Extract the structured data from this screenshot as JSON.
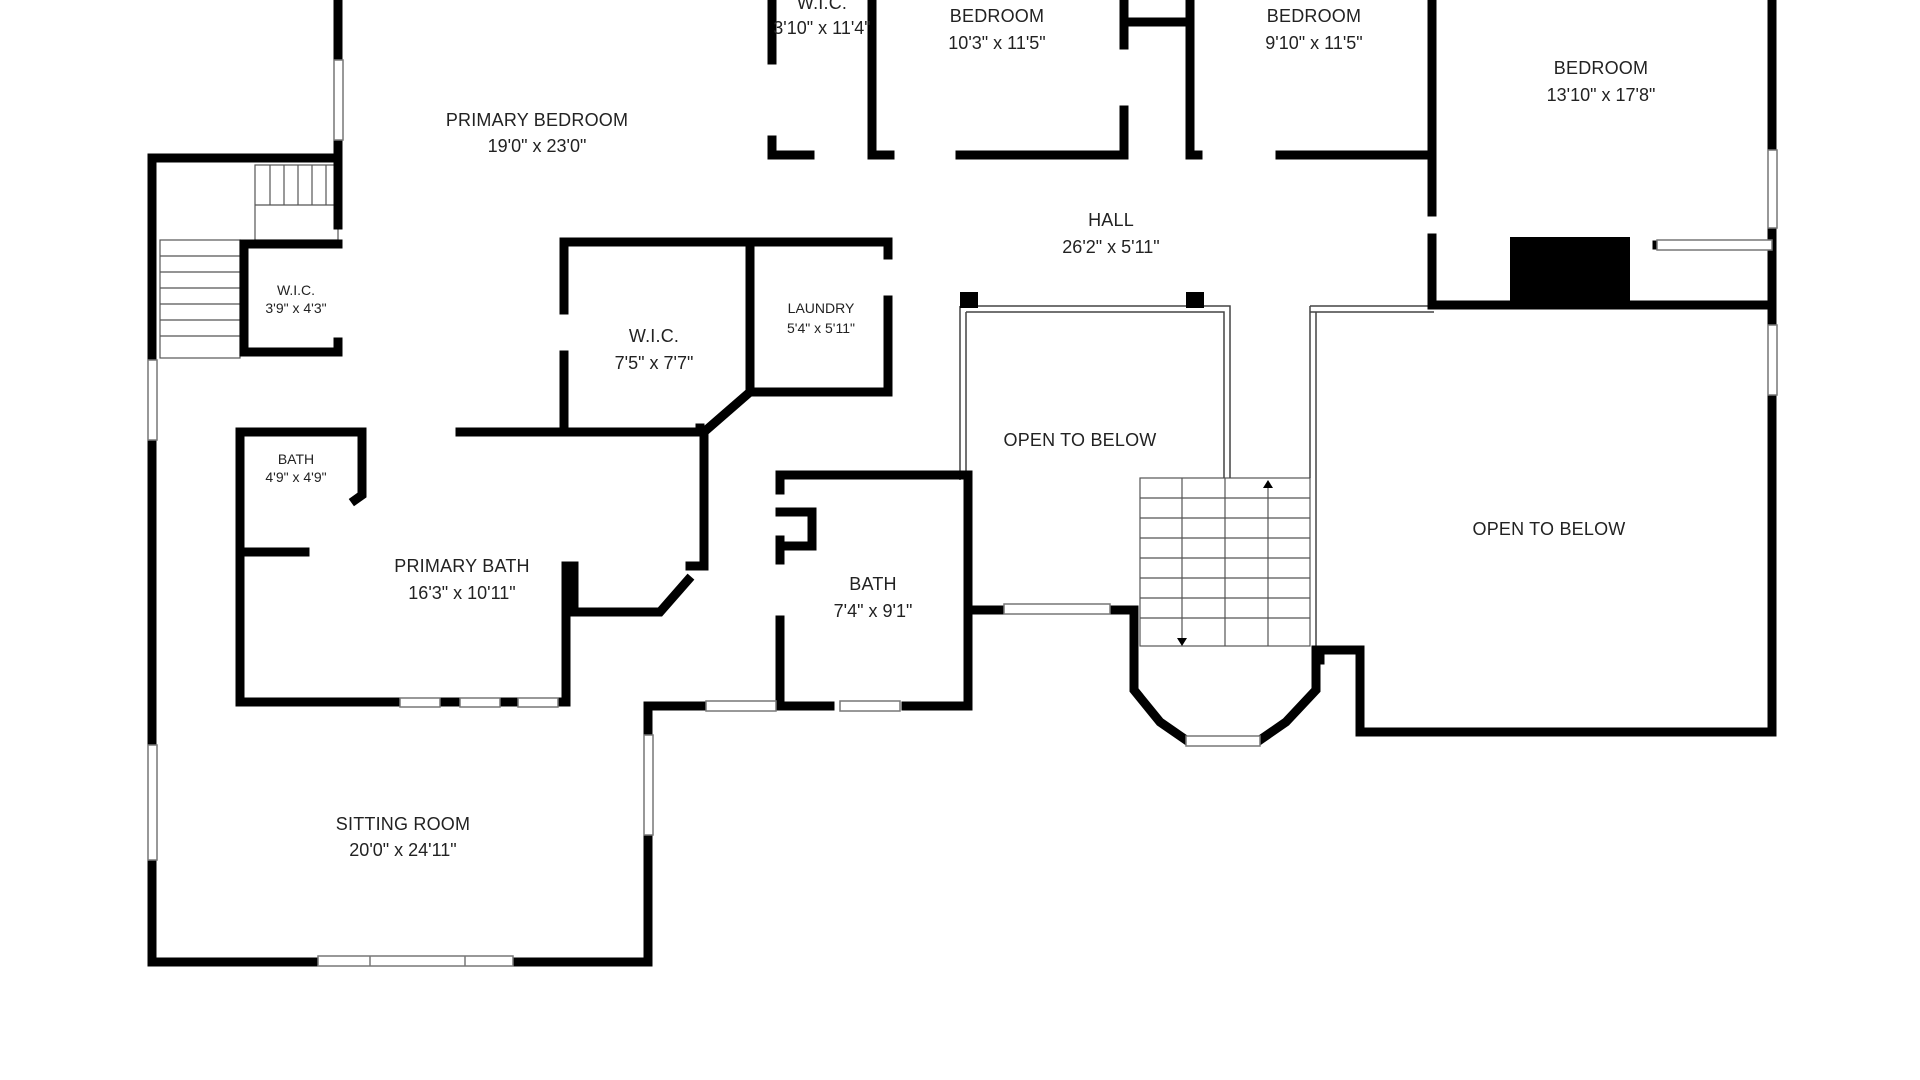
{
  "rooms": {
    "wic_top": {
      "name": "W.I.C.",
      "dims": "3'10\" x 11'4\""
    },
    "bedroom_1": {
      "name": "BEDROOM",
      "dims": "10'3\" x 11'5\""
    },
    "bedroom_2": {
      "name": "BEDROOM",
      "dims": "9'10\" x 11'5\""
    },
    "bedroom_3": {
      "name": "BEDROOM",
      "dims": "13'10\" x 17'8\""
    },
    "primary_bedroom": {
      "name": "PRIMARY BEDROOM",
      "dims": "19'0\" x 23'0\""
    },
    "hall": {
      "name": "HALL",
      "dims": "26'2\" x 5'11\""
    },
    "wic_small": {
      "name": "W.I.C.",
      "dims": "3'9\" x 4'3\""
    },
    "wic_mid": {
      "name": "W.I.C.",
      "dims": "7'5\" x 7'7\""
    },
    "laundry": {
      "name": "LAUNDRY",
      "dims": "5'4\" x 5'11\""
    },
    "open_below_1": {
      "name": "OPEN TO BELOW"
    },
    "open_below_2": {
      "name": "OPEN TO BELOW"
    },
    "bath_small": {
      "name": "BATH",
      "dims": "4'9\" x 4'9\""
    },
    "primary_bath": {
      "name": "PRIMARY BATH",
      "dims": "16'3\" x 10'11\""
    },
    "bath": {
      "name": "BATH",
      "dims": "7'4\" x 9'1\""
    },
    "sitting_room": {
      "name": "SITTING ROOM",
      "dims": "20'0\" x 24'11\""
    }
  },
  "colors": {
    "wall": "#000000",
    "background": "#ffffff",
    "text": "#222222",
    "window": "#9a9a9a"
  }
}
